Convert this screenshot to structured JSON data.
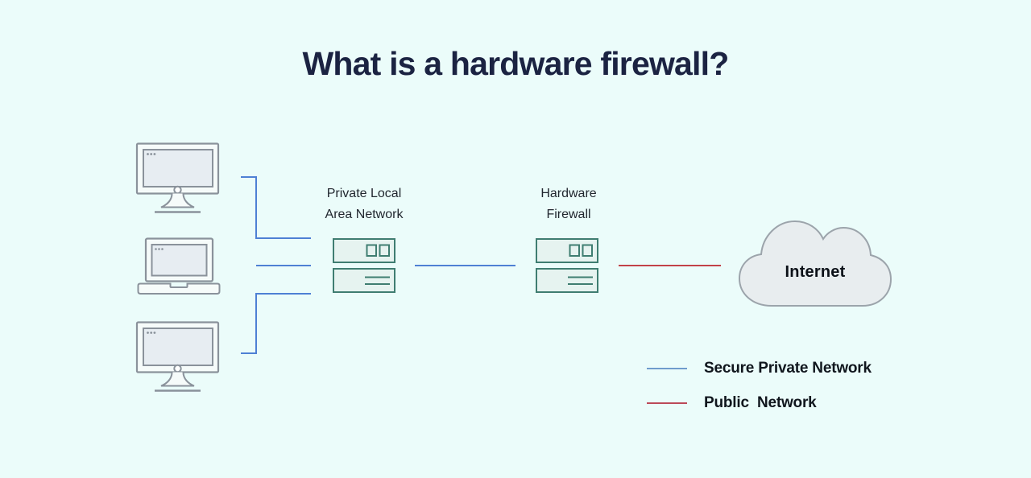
{
  "title": "What is a hardware firewall?",
  "diagram": {
    "lan_device_label_line1": "Private Local",
    "lan_device_label_line2": "Area Network",
    "firewall_label_line1": "Hardware",
    "firewall_label_line2": "Firewall",
    "internet_label": "Internet"
  },
  "legend": {
    "items": [
      {
        "label": "Secure Private Network",
        "color": "#6f9ccd",
        "style": "solid-line"
      },
      {
        "label": "Public  Network",
        "color": "#bc4a58",
        "style": "solid-line"
      }
    ]
  },
  "colors": {
    "background": "#ebfcfa",
    "title": "#1b2342",
    "label_text": "#21272f",
    "legend_text": "#10161d",
    "secure_network_line": "#4e80d4",
    "public_network_line": "#c24248",
    "device_stroke": "#3f7d71",
    "device_fill": "#e6f3f0",
    "computer_stroke": "#8a929b",
    "computer_screen_fill": "#e7edf2",
    "cloud_fill": "#e8edef",
    "cloud_stroke": "#9ca4ab"
  }
}
